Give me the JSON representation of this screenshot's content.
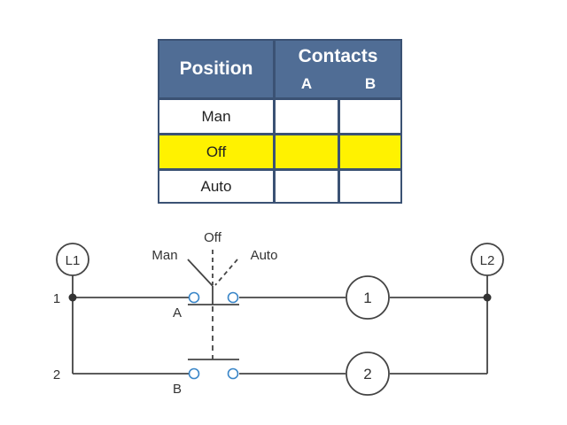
{
  "table": {
    "header": {
      "position": "Position",
      "contacts": "Contacts",
      "col_a": "A",
      "col_b": "B"
    },
    "rows": [
      {
        "position": "Man",
        "a": "",
        "b": "",
        "highlighted": false
      },
      {
        "position": "Off",
        "a": "",
        "b": "",
        "highlighted": true
      },
      {
        "position": "Auto",
        "a": "",
        "b": "",
        "highlighted": false
      }
    ],
    "highlight_color": "#fff200",
    "header_color": "#506d95"
  },
  "diagram": {
    "line1_label": "L1",
    "line2_label": "L2",
    "rung1_label": "1",
    "rung2_label": "2",
    "switch_positions": {
      "man": "Man",
      "off": "Off",
      "auto": "Auto"
    },
    "contact_a_label": "A",
    "contact_b_label": "B",
    "load1_label": "1",
    "load2_label": "2",
    "terminal_color": "#3a86c8"
  }
}
